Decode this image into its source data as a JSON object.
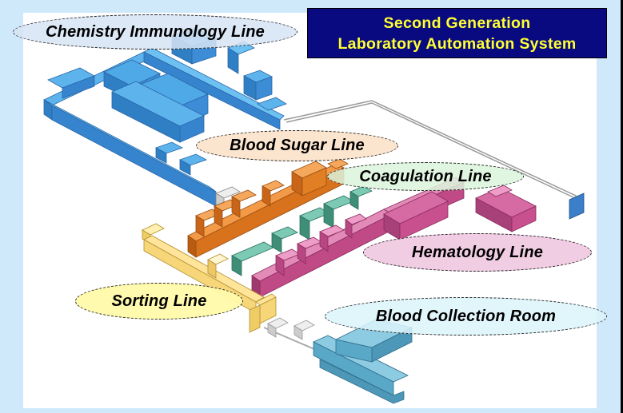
{
  "title": {
    "line1": "Second Generation",
    "line2": "Laboratory Automation System"
  },
  "colors": {
    "frame_background": "#cfe9fb",
    "title_background": "#0a0a80",
    "title_text": "#ffff33",
    "chemistry_immunology": "#3a8fd8",
    "blood_sugar": "#e07f24",
    "coagulation": "#4fa890",
    "hematology": "#c8508e",
    "sorting": "#f7d67a",
    "blood_collection": "#5aa8c8"
  },
  "labels": {
    "chemistry_immunology": "Chemistry Immunology Line",
    "blood_sugar": "Blood Sugar Line",
    "coagulation": "Coagulation Line",
    "hematology": "Hematology Line",
    "sorting": "Sorting Line",
    "blood_collection": "Blood Collection Room"
  }
}
